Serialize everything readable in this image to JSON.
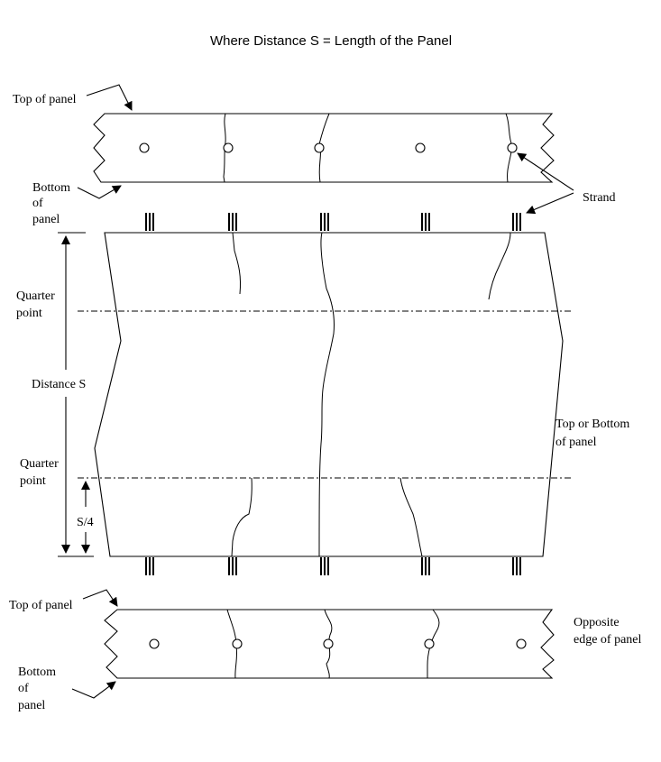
{
  "title": "Where Distance S = Length of the Panel",
  "labels": {
    "top_panel_upper": "Top of panel",
    "bottom_panel_upper_1": "Bottom",
    "bottom_panel_upper_2": "of",
    "bottom_panel_upper_3": "panel",
    "strand": "Strand",
    "quarter_upper_1": "Quarter",
    "quarter_upper_2": "point",
    "distance_s": "Distance S",
    "quarter_lower_1": "Quarter",
    "quarter_lower_2": "point",
    "s_over_4": "S/4",
    "top_or_bottom_1": "Top or Bottom",
    "top_or_bottom_2": "of panel",
    "top_panel_lower": "Top of panel",
    "opposite_edge_1": "Opposite",
    "opposite_edge_2": "edge of panel",
    "bottom_panel_lower_1": "Bottom",
    "bottom_panel_lower_2": "of",
    "bottom_panel_lower_3": "panel"
  }
}
